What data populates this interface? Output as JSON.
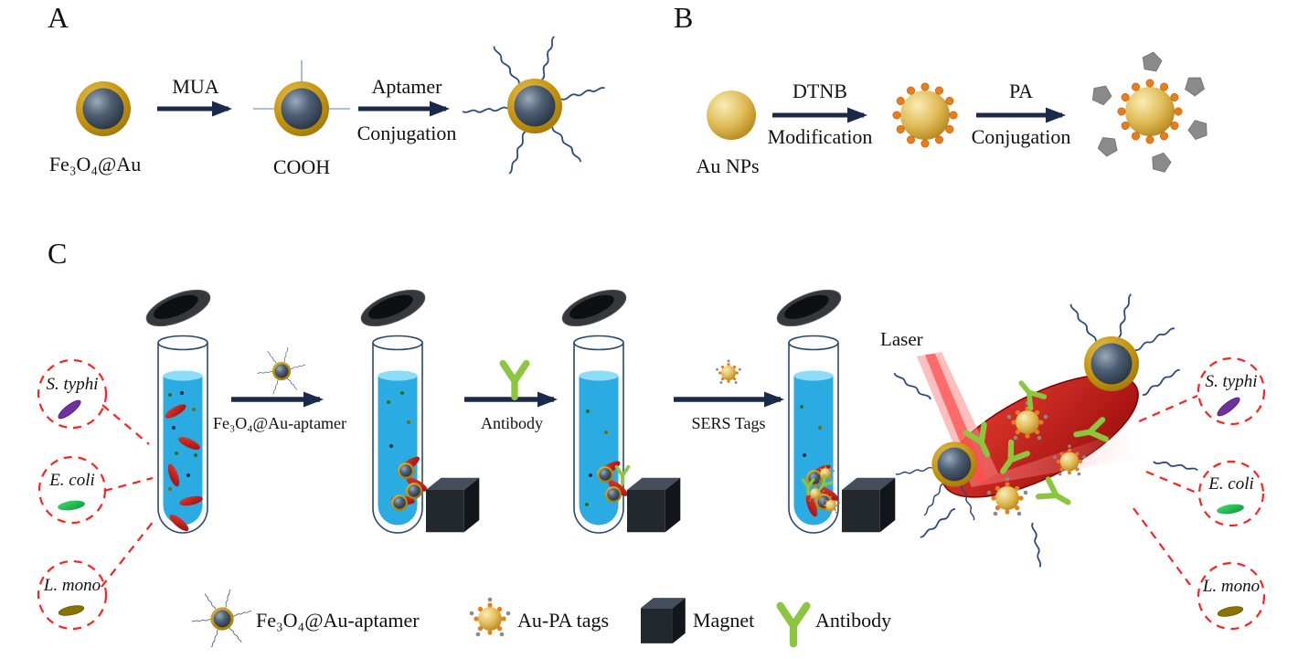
{
  "figure": {
    "panel_a": {
      "label": "A",
      "reagent1": "MUA",
      "step2_top": "Aptamer",
      "step2_bottom": "Conjugation",
      "particle_label": "Fe₃O₄@Au",
      "intermediate_label": "COOH"
    },
    "panel_b": {
      "label": "B",
      "step1_top": "DTNB",
      "step1_bottom": "Modification",
      "step2_top": "PA",
      "step2_bottom": "Conjugation",
      "particle_label": "Au NPs"
    },
    "panel_c": {
      "label": "C",
      "laser_label": "Laser",
      "arrow1_label": "Fe₃O₄@Au-aptamer",
      "arrow2_label": "Antibody",
      "arrow3_label": "SERS Tags",
      "bacteria_left": [
        "S. typhi",
        "E. coli",
        "L. mono"
      ],
      "bacteria_right": [
        "S. typhi",
        "E. coli",
        "L. mono"
      ],
      "legend": {
        "item1": "Fe₃O₄@Au-aptamer",
        "item2": "Au-PA tags",
        "item3": "Magnet",
        "item4": "Antibody"
      }
    },
    "colors": {
      "gold_shell": "#c3920b",
      "nanoparticle_core": "#3d4b5e",
      "gold_np": "#ddb750",
      "dtnb_orange": "#e87d1e",
      "pa_gray": "#8a8a8a",
      "arrow_navy": "#1b2a4a",
      "aptamer_blue": "#2e4a7d",
      "liquid_blue": "#2aace2",
      "bacteria_red": "#c00000",
      "dashed_red": "#ff2020",
      "antibody_green": "#8cc63f",
      "s_typhi_purple": "#7030a0",
      "e_coli_green": "#00b050",
      "l_mono_olive": "#8a7400",
      "magnet_dark": "#23272e",
      "laser_pink": "#ff8a8a"
    }
  }
}
